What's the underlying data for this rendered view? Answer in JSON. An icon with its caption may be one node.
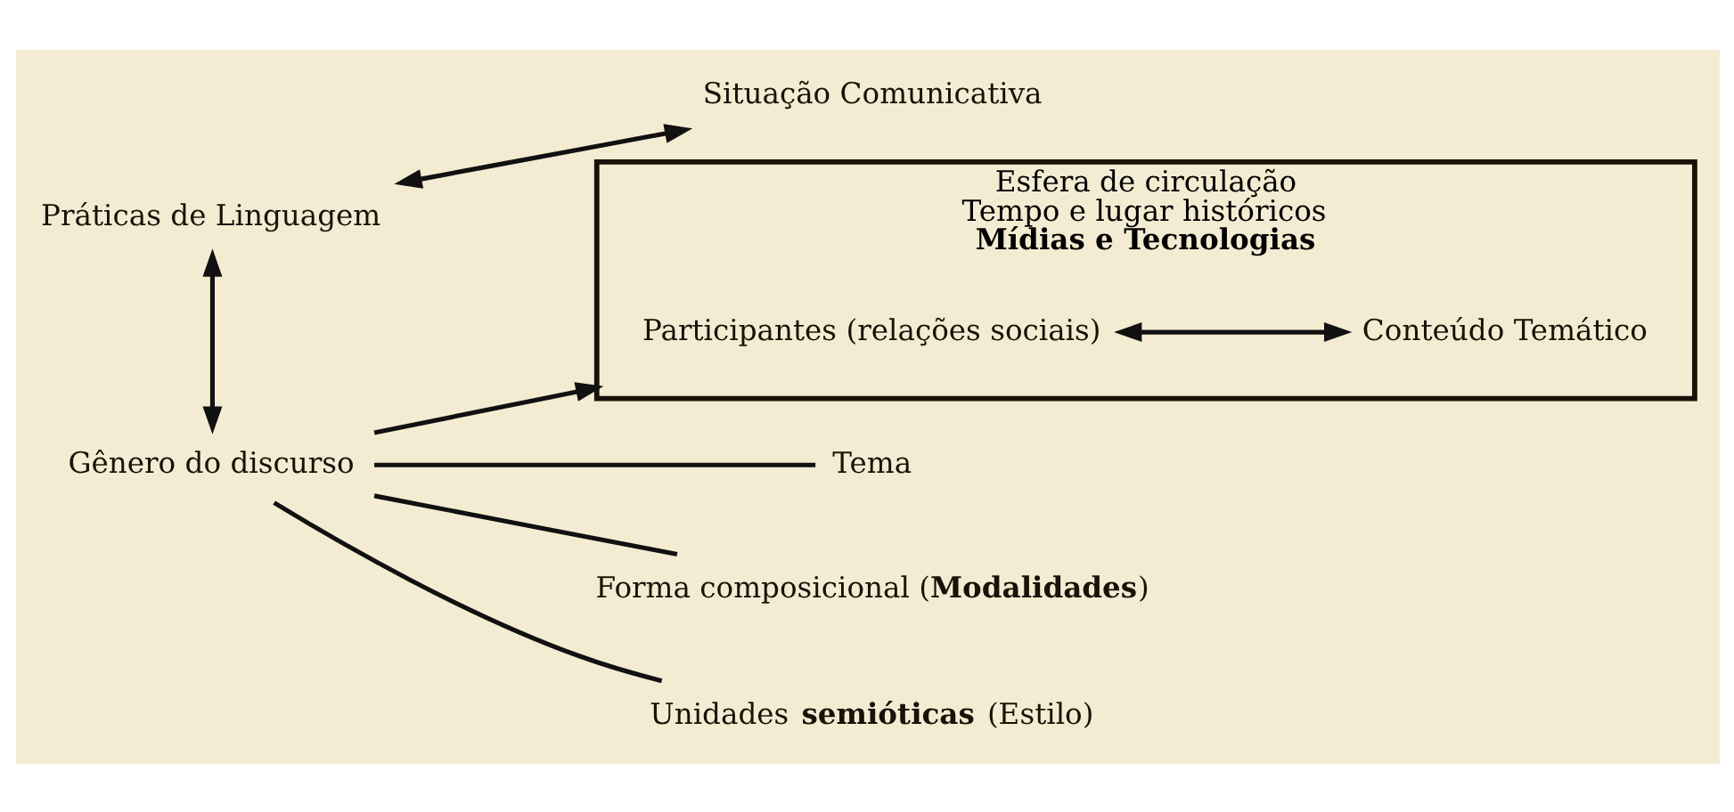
{
  "diagram": {
    "nodes": [
      {
        "text": [
          "Práticas de Linguagem"
        ]
      },
      {
        "text": [
          "Situação Comunicativa"
        ]
      },
      {
        "text": [
          "Esfera de circulação",
          "Tempo e lugar históricos",
          "Mídias e Tecnologias"
        ]
      },
      {
        "text": [
          "Participantes (relações sociais)"
        ],
        "in": 2
      },
      {
        "text": [
          "Conteúdo Temático"
        ],
        "in": 2
      },
      {
        "text": [
          "Gênero do discurso"
        ]
      },
      {
        "text": [
          "Tema"
        ]
      },
      {
        "text": [
          "Forma composicional (**Modalidades**)"
        ]
      },
      {
        "text": [
          "Unidades **semióticas** (Estilo)"
        ]
      }
    ],
    "edges": [
      {
        "from": 0,
        "to": 1,
        "arrow": "both"
      },
      {
        "from": 0,
        "to": 5,
        "arrow": "both"
      },
      {
        "from": 5,
        "to": 2,
        "arrow": "to"
      },
      {
        "from": 3,
        "to": 4,
        "arrow": "both"
      },
      {
        "from": 5,
        "to": 6,
        "arrow": "none"
      },
      {
        "from": 5,
        "to": 7,
        "arrow": "none"
      },
      {
        "from": 5,
        "to": 8,
        "arrow": "none"
      }
    ]
  }
}
